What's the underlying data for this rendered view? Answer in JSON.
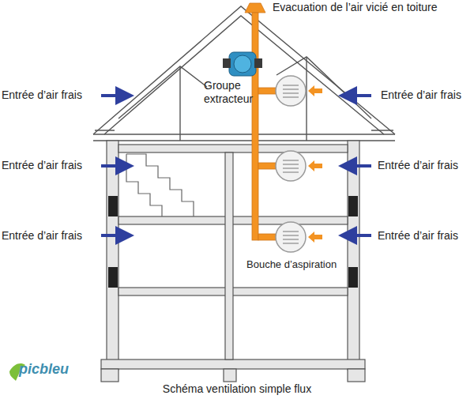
{
  "diagram": {
    "caption": "Schéma ventilation simple flux",
    "labels": [
      "Evacuation de l’air vicié en toiture",
      "Entrée d’air frais",
      "Entrée d’air frais",
      "Groupe extracteur",
      "Entrée d’air frais",
      "Entrée d’air frais",
      "Entrée d’air frais",
      "Entrée d’air frais",
      "Bouche d’aspiration",
      "picbleu"
    ]
  }
}
